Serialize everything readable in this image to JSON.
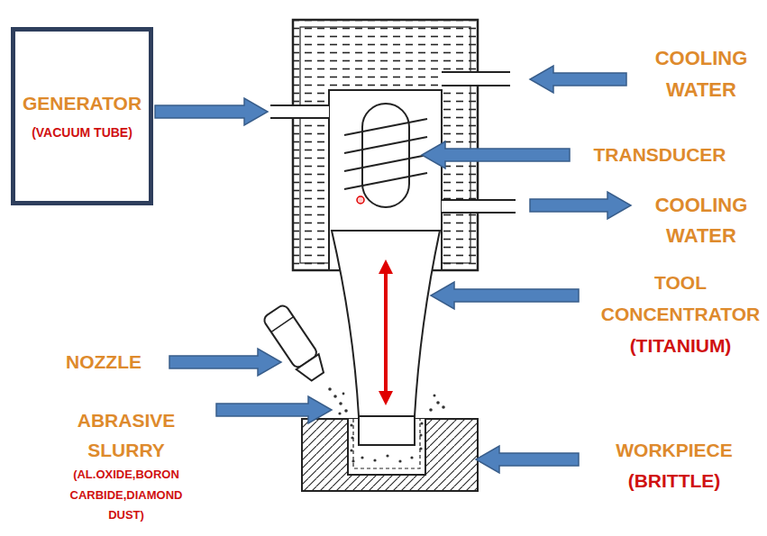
{
  "diagram": {
    "nodes": [
      {
        "text": [
          "GENERATOR",
          "(VACUUM TUBE)"
        ]
      }
    ],
    "labels": [
      "COOLING WATER",
      "TRANSDUCER",
      "COOLING WATER",
      "TOOL CONCENTRATOR",
      "(TITANIUM)",
      "NOZZLE",
      "ABRASIVE SLURRY",
      "(AL.OXIDE,BORON CARBIDE,DIAMOND DUST)",
      "WORKPIECE",
      "(BRITTLE)"
    ]
  }
}
